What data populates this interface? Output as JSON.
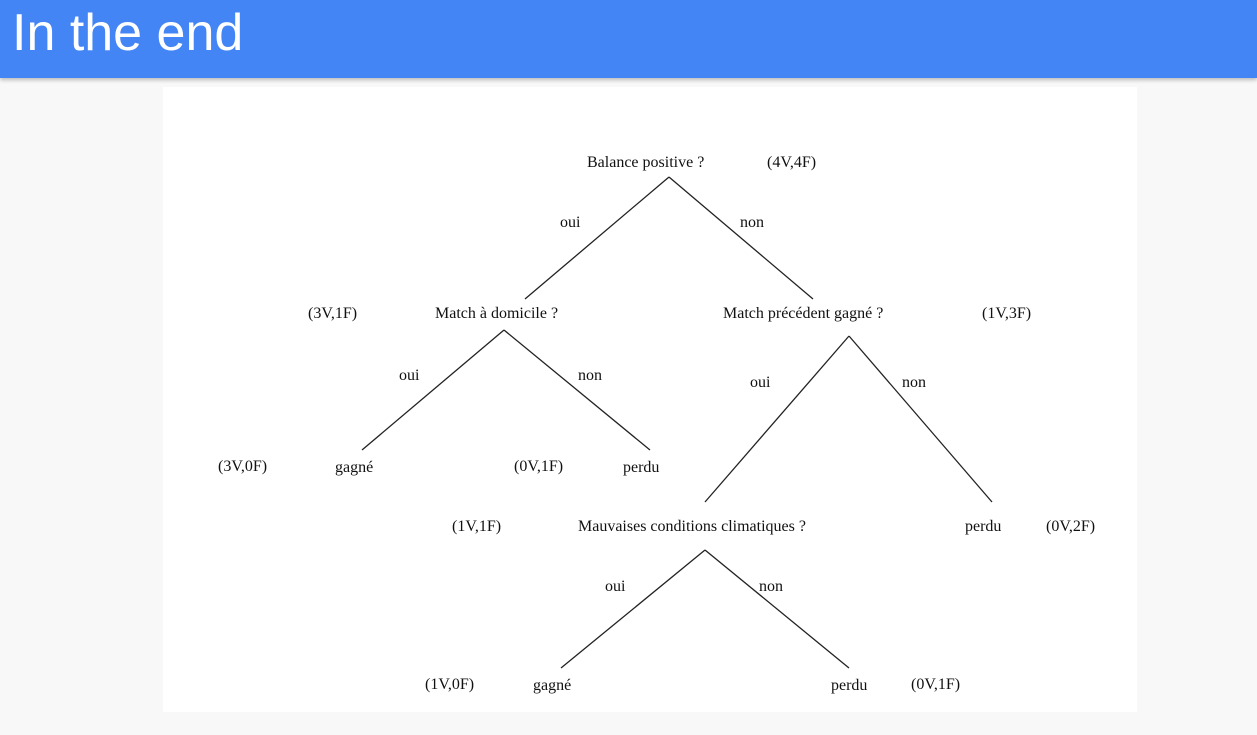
{
  "header": {
    "title": "In the end"
  },
  "tree": {
    "root": {
      "question": "Balance positive ?",
      "counts": "(4V,4F)",
      "left_branch": "oui",
      "right_branch": "non"
    },
    "level1_left": {
      "question": "Match à domicile ?",
      "counts": "(3V,1F)",
      "left_branch": "oui",
      "right_branch": "non"
    },
    "level1_right": {
      "question": "Match précédent gagné ?",
      "counts": "(1V,3F)",
      "left_branch": "oui",
      "right_branch": "non"
    },
    "leaf_home_yes": {
      "outcome": "gagné",
      "counts": "(3V,0F)"
    },
    "leaf_home_no": {
      "outcome": "perdu",
      "counts": "(0V,1F)"
    },
    "weather": {
      "question": "Mauvaises conditions climatiques ?",
      "counts": "(1V,1F)",
      "left_branch": "oui",
      "right_branch": "non"
    },
    "leaf_prev_no": {
      "outcome": "perdu",
      "counts": "(0V,2F)"
    },
    "leaf_weather_yes": {
      "outcome": "gagné",
      "counts": "(1V,0F)"
    },
    "leaf_weather_no": {
      "outcome": "perdu",
      "counts": "(0V,1F)"
    }
  },
  "colors": {
    "header_bg": "#4385f5",
    "header_text": "#ffffff",
    "page_bg": "#f8f8f8",
    "figure_bg": "#ffffff",
    "ink": "#111111"
  }
}
